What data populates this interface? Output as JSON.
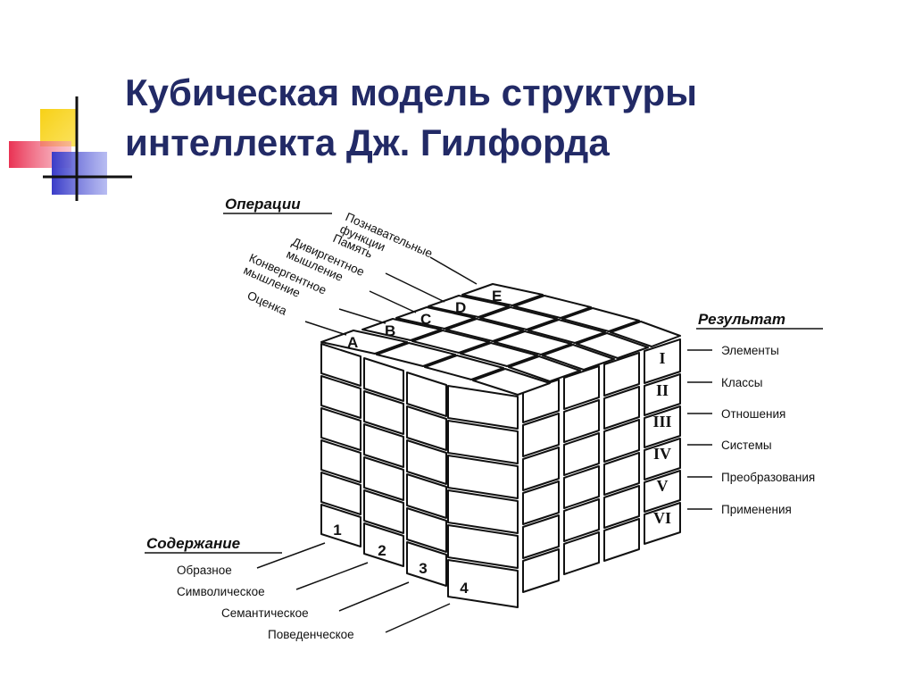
{
  "slide": {
    "title_line1": "Кубическая модель структуры",
    "title_line2": "интеллекта Дж. Гилфорда"
  },
  "colors": {
    "title": "#222a66",
    "deco_yellow": "#f7d117",
    "deco_red": "#e8274a",
    "deco_blue": "#3a3cc8"
  },
  "operations": {
    "heading": "Операции",
    "items": [
      "Познавательные функции",
      "Память",
      "Дивиргентное мышление",
      "Конвергентное мышление",
      "Оценка"
    ],
    "letters": [
      "A",
      "B",
      "C",
      "D",
      "E"
    ]
  },
  "results": {
    "heading": "Результат",
    "items": [
      "Элементы",
      "Классы",
      "Отношения",
      "Системы",
      "Преобразования",
      "Применения"
    ],
    "numerals": [
      "I",
      "II",
      "III",
      "IV",
      "V",
      "VI"
    ]
  },
  "content": {
    "heading": "Содержание",
    "items": [
      "Образное",
      "Символическое",
      "Семантическое",
      "Поведенческое"
    ],
    "numbers": [
      "1",
      "2",
      "3",
      "4"
    ]
  }
}
